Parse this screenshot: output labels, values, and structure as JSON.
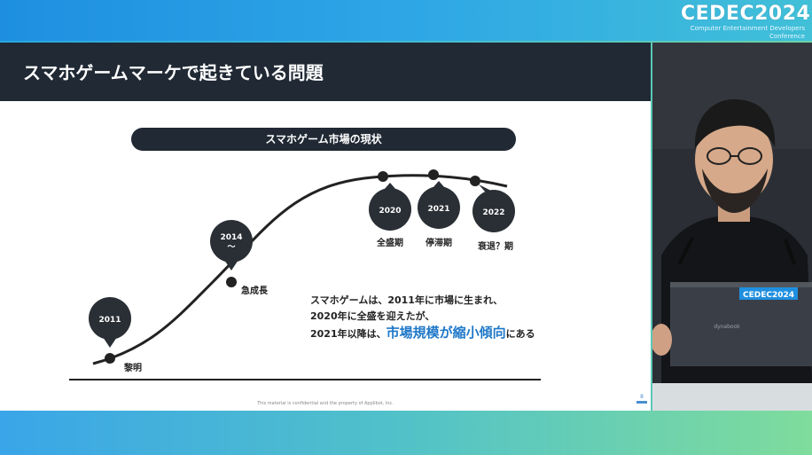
{
  "event": {
    "name": "CEDEC2024",
    "tagline": "Computer Entertainment Developers Conference"
  },
  "slide": {
    "title": "スマホゲームマーケで起きている問題",
    "market_label": "スマホゲーム市場の現状",
    "milestones": [
      {
        "year": "2011",
        "phase": "黎明"
      },
      {
        "year": "2014\n〜",
        "phase": "急成長"
      },
      {
        "year": "2020",
        "phase": "全盛期"
      },
      {
        "year": "2021",
        "phase": "停滞期"
      },
      {
        "year": "2022",
        "phase": "衰退？期"
      }
    ],
    "summary": {
      "line1": "スマホゲームは、2011年に市場に生まれ、",
      "line2": "2020年に全盛を迎えたが、",
      "line3_prefix": "2021年以降は、",
      "line3_highlight": "市場規模が縮小傾向",
      "line3_suffix": "にある"
    },
    "footer_note": "This material is confidential and the property of Applibot, Inc.",
    "page_number": "8"
  },
  "laptop": {
    "sticker": "CEDEC2024",
    "brand": "dynabook"
  },
  "colors": {
    "header_dark": "#202934",
    "highlight_blue": "#1f78c8"
  }
}
